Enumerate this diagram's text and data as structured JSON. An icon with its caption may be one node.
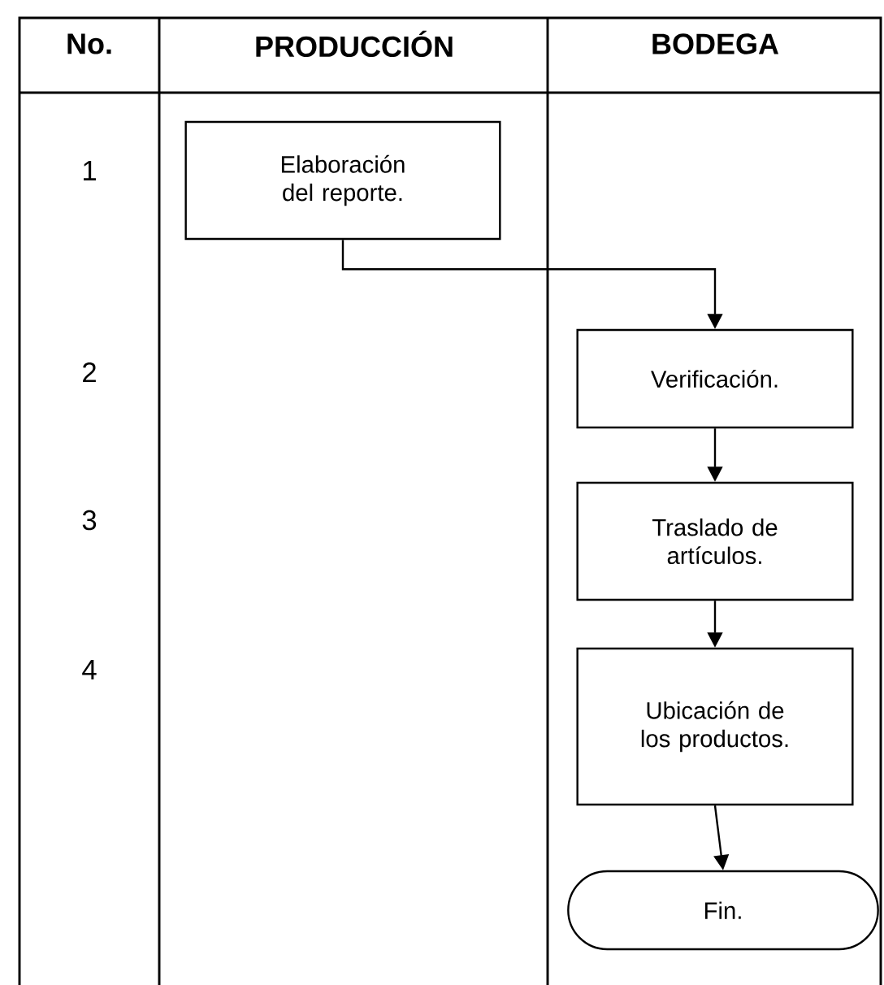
{
  "diagram": {
    "nodes": [
      {
        "text": [
          "Elaboración del reporte."
        ]
      },
      {
        "text": [
          "Verificación."
        ]
      },
      {
        "text": [
          "Traslado de artículos."
        ]
      },
      {
        "text": [
          "Ubicación de los productos."
        ]
      },
      {
        "text": [
          "Fin."
        ]
      }
    ],
    "edges": [
      {
        "from": 0,
        "to": 1,
        "arrow": "to"
      },
      {
        "from": 1,
        "to": 2,
        "arrow": "to"
      },
      {
        "from": 2,
        "to": 3,
        "arrow": "to"
      },
      {
        "from": 3,
        "to": 4,
        "arrow": "to"
      }
    ],
    "labels": [
      "No.",
      "PRODUCCIÓN",
      "BODEGA",
      "1",
      "2",
      "3",
      "4"
    ]
  }
}
